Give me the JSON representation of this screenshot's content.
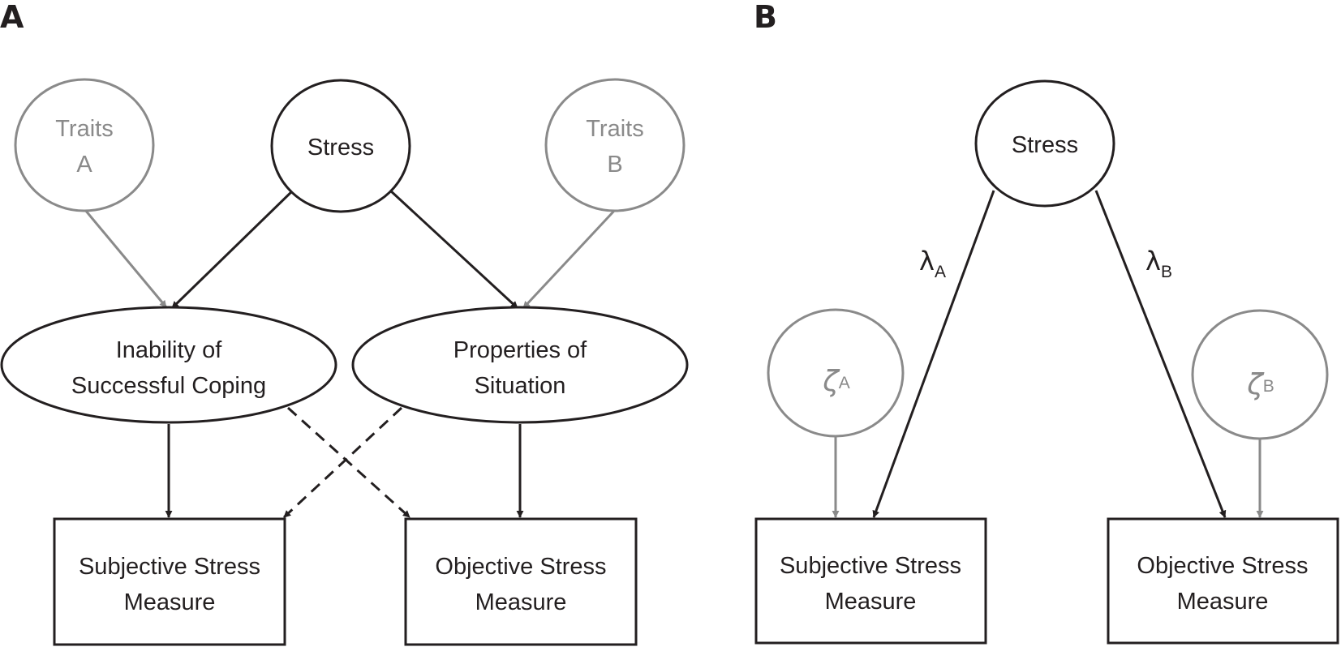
{
  "panels": [
    {
      "label": "A"
    },
    {
      "label": "B"
    }
  ],
  "colors": {
    "dark": "#231f20",
    "gray": "#8a8a8a",
    "background": "#ffffff"
  },
  "panel_a": {
    "nodes": {
      "traits_a": {
        "line1": "Traits",
        "line2": "A"
      },
      "stress": {
        "line1": "Stress"
      },
      "traits_b": {
        "line1": "Traits",
        "line2": "B"
      },
      "inability": {
        "line1": "Inability of",
        "line2": "Successful Coping"
      },
      "properties": {
        "line1": "Properties of",
        "line2": "Situation"
      },
      "subjective": {
        "line1": "Subjective Stress",
        "line2": "Measure"
      },
      "objective": {
        "line1": "Objective Stress",
        "line2": "Measure"
      }
    },
    "edges": [
      {
        "from": "traits_a",
        "to": "inability",
        "style": "solid",
        "color": "gray"
      },
      {
        "from": "stress",
        "to": "inability",
        "style": "solid",
        "color": "dark"
      },
      {
        "from": "stress",
        "to": "properties",
        "style": "solid",
        "color": "dark"
      },
      {
        "from": "traits_b",
        "to": "properties",
        "style": "solid",
        "color": "gray"
      },
      {
        "from": "inability",
        "to": "subjective",
        "style": "solid",
        "color": "dark"
      },
      {
        "from": "properties",
        "to": "objective",
        "style": "solid",
        "color": "dark"
      },
      {
        "from": "inability",
        "to": "objective",
        "style": "dashed",
        "color": "dark"
      },
      {
        "from": "properties",
        "to": "subjective",
        "style": "dashed",
        "color": "dark"
      }
    ]
  },
  "panel_b": {
    "nodes": {
      "stress": {
        "line1": "Stress"
      },
      "zeta_a": {
        "symbol": "ζ",
        "sub": "A"
      },
      "zeta_b": {
        "symbol": "ζ",
        "sub": "B"
      },
      "subjective": {
        "line1": "Subjective Stress",
        "line2": "Measure"
      },
      "objective": {
        "line1": "Objective Stress",
        "line2": "Measure"
      }
    },
    "loadings": {
      "lambda_a": {
        "symbol": "λ",
        "sub": "A"
      },
      "lambda_b": {
        "symbol": "λ",
        "sub": "B"
      }
    },
    "edges": [
      {
        "from": "stress",
        "to": "subjective",
        "style": "solid",
        "color": "dark",
        "label": "lambda_a"
      },
      {
        "from": "stress",
        "to": "objective",
        "style": "solid",
        "color": "dark",
        "label": "lambda_b"
      },
      {
        "from": "zeta_a",
        "to": "subjective",
        "style": "solid",
        "color": "gray"
      },
      {
        "from": "zeta_b",
        "to": "objective",
        "style": "solid",
        "color": "gray"
      }
    ]
  }
}
